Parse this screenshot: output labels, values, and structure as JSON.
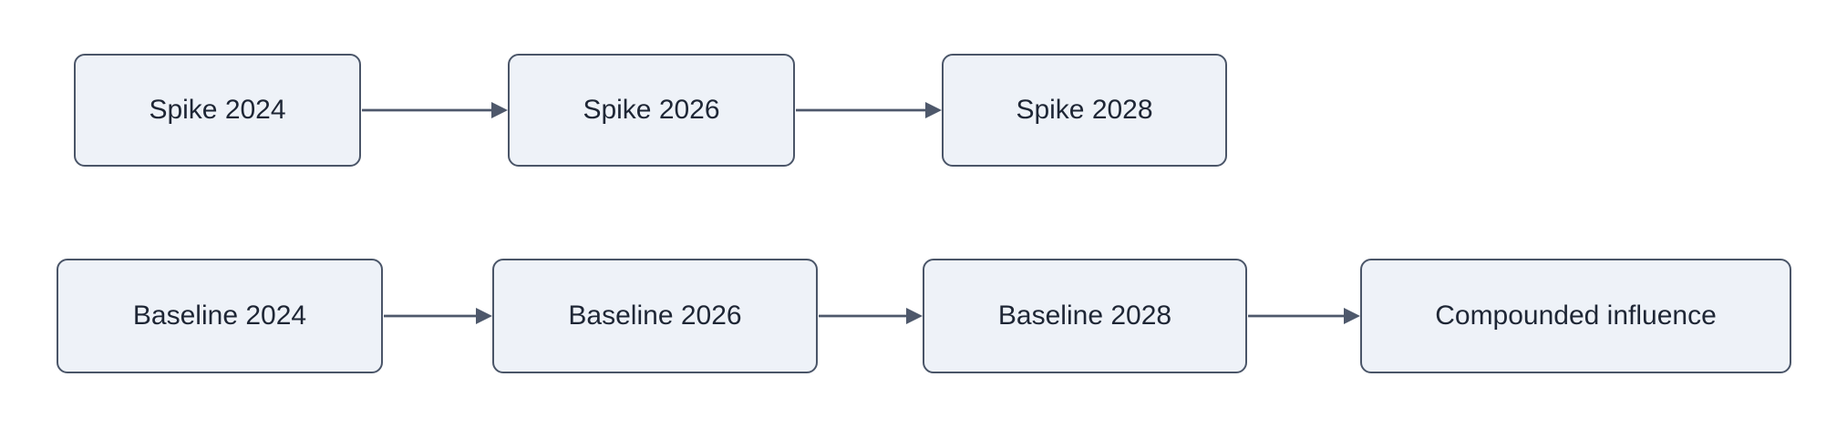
{
  "diagram": {
    "type": "flowchart",
    "colors": {
      "background": "#ffffff",
      "node_fill": "#eef2f8",
      "node_border": "#4a5568",
      "arrow": "#4e586b",
      "text": "#1e2635"
    },
    "rows": [
      {
        "name": "spike-track",
        "nodes": [
          {
            "id": "spike-2024",
            "label": "Spike 2024"
          },
          {
            "id": "spike-2026",
            "label": "Spike 2026"
          },
          {
            "id": "spike-2028",
            "label": "Spike 2028"
          }
        ]
      },
      {
        "name": "baseline-track",
        "nodes": [
          {
            "id": "baseline-2024",
            "label": "Baseline 2024"
          },
          {
            "id": "baseline-2026",
            "label": "Baseline 2026"
          },
          {
            "id": "baseline-2028",
            "label": "Baseline 2028"
          },
          {
            "id": "compounded-influence",
            "label": "Compounded influence"
          }
        ]
      }
    ],
    "edges": [
      {
        "from": "spike-2024",
        "to": "spike-2026"
      },
      {
        "from": "spike-2026",
        "to": "spike-2028"
      },
      {
        "from": "baseline-2024",
        "to": "baseline-2026"
      },
      {
        "from": "baseline-2026",
        "to": "baseline-2028"
      },
      {
        "from": "baseline-2028",
        "to": "compounded-influence"
      }
    ]
  }
}
